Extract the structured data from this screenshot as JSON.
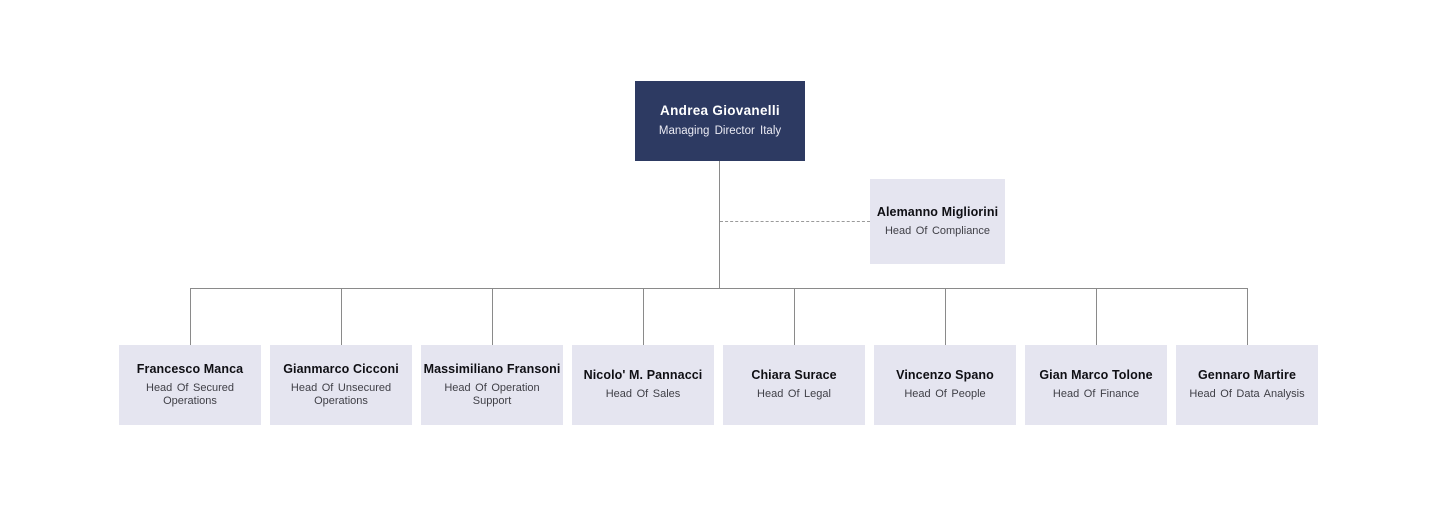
{
  "org_chart": {
    "root": {
      "name": "Andrea Giovanelli",
      "title": "Managing Director Italy"
    },
    "staff": {
      "name": "Alemanno Migliorini",
      "title": "Head Of Compliance"
    },
    "reports": [
      {
        "name": "Francesco Manca",
        "title": "Head Of Secured Operations"
      },
      {
        "name": "Gianmarco Cicconi",
        "title": "Head Of Unsecured Operations"
      },
      {
        "name": "Massimiliano Fransoni",
        "title": "Head Of Operation Support"
      },
      {
        "name": "Nicolo' M. Pannacci",
        "title": "Head Of Sales"
      },
      {
        "name": "Chiara Surace",
        "title": "Head Of Legal"
      },
      {
        "name": "Vincenzo Spano",
        "title": "Head Of People"
      },
      {
        "name": "Gian Marco Tolone",
        "title": "Head Of Finance"
      },
      {
        "name": "Gennaro Martire",
        "title": "Head Of Data Analysis"
      }
    ],
    "colors": {
      "root_node_bg": "#2d3a62",
      "root_node_text": "#ffffff",
      "node_bg": "#e5e5f0",
      "node_name_text": "#0f0f14",
      "node_title_text": "#3f3f46",
      "connector_line": "#8a8a8a",
      "dashed_line": "#9a9a9a",
      "background": "#ffffff"
    }
  }
}
